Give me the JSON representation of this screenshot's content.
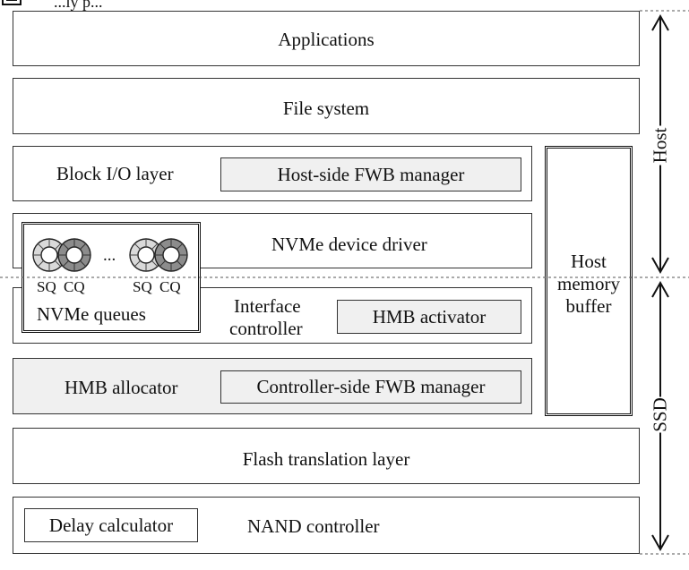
{
  "legend_partial_text": "...ly p...",
  "layers": {
    "applications": "Applications",
    "file_system": "File system",
    "block_io": "Block I/O layer",
    "host_fwb_manager": "Host-side FWB manager",
    "nvme_driver": "NVMe device driver",
    "interface_controller_line1": "Interface",
    "interface_controller_line2": "controller",
    "hmb_activator": "HMB activator",
    "hmb_allocator": "HMB allocator",
    "controller_fwb_manager": "Controller-side FWB manager",
    "ftl": "Flash translation layer",
    "delay_calculator": "Delay calculator",
    "nand_controller": "NAND controller"
  },
  "nvme_queues": {
    "label": "NVMe queues",
    "sq": "SQ",
    "cq": "CQ",
    "ellipsis": "..."
  },
  "hmb": {
    "line1": "Host",
    "line2": "memory",
    "line3": "buffer"
  },
  "side_labels": {
    "host": "Host",
    "ssd": "SSD"
  }
}
